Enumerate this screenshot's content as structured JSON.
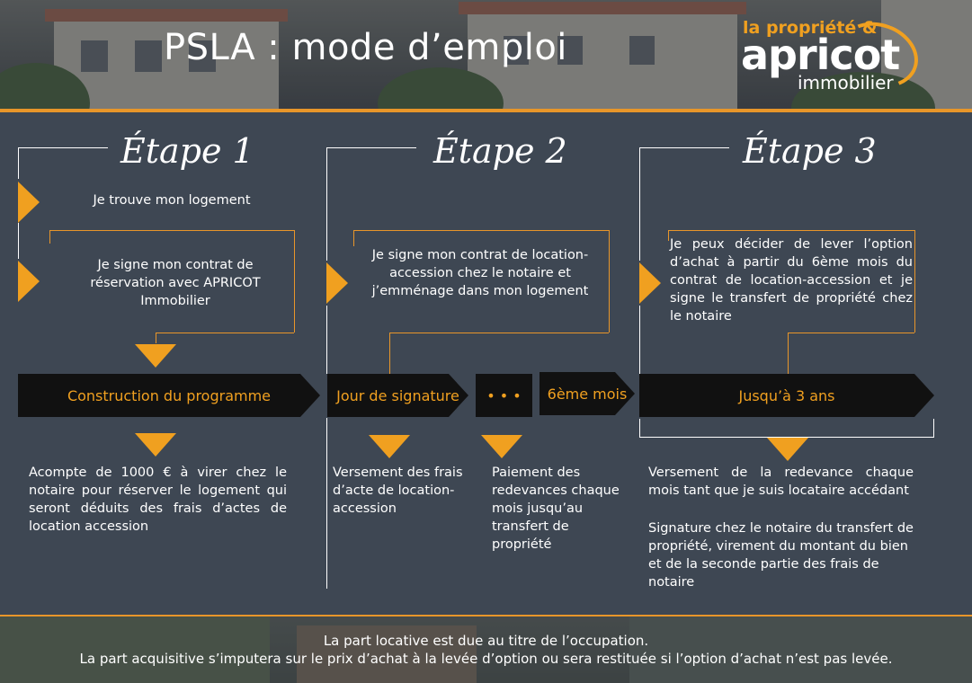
{
  "header": {
    "title": "PSLA : mode d’emploi",
    "logo": {
      "line1": "la propriété &",
      "brand": "apricot",
      "sub": "immobilier"
    }
  },
  "colors": {
    "accent": "#f0a020",
    "background": "#3e4753",
    "bar": "#111111",
    "text": "#ffffff"
  },
  "steps": [
    {
      "title": "Étape 1",
      "items": [
        "Je trouve mon logement",
        "Je signe mon contrat de réservation avec APRICOT Immobilier"
      ],
      "bar": "Construction du programme",
      "detail": "Acompte de 1000 € à virer chez le notaire pour réserver le logement qui seront déduits des frais d’actes de location accession"
    },
    {
      "title": "Étape 2",
      "items": [
        "Je signe mon contrat de location-accession chez le notaire et j’emménage dans mon logement"
      ],
      "bars": [
        "Jour de signature",
        "• • •",
        "6ème mois"
      ],
      "details": [
        "Versement des frais d’acte de location-accession",
        "Paiement des redevances chaque mois jusqu’au transfert de propriété"
      ]
    },
    {
      "title": "Étape 3",
      "items": [
        "Je peux décider de lever l’option d’achat à partir du 6ème mois du contrat de location-accession et je signe le transfert de propriété chez le notaire"
      ],
      "bar": "Jusqu’à 3 ans",
      "details": [
        "Versement de la redevance chaque mois tant que je suis locataire accédant",
        "Signature chez le notaire du transfert de propriété, virement du montant du bien et de la seconde partie des frais de notaire"
      ]
    }
  ],
  "footer": {
    "line1": "La part locative est due au titre de l’occupation.",
    "line2": "La part acquisitive s’imputera sur le prix d’achat à la levée d’option ou sera restituée si l’option d’achat n’est pas levée."
  }
}
